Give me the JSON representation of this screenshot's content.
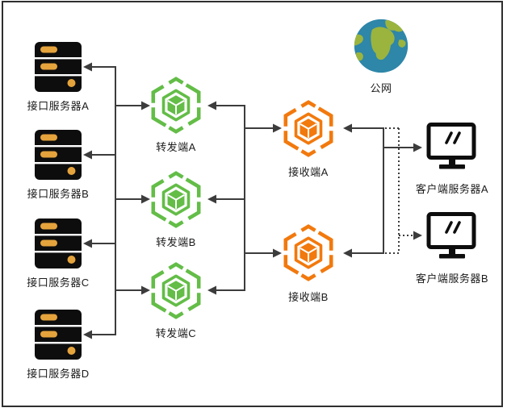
{
  "colors": {
    "green": "#63BD47",
    "orange": "#F2790D",
    "wire": "#3c3c3c",
    "amber": "#E5A33C",
    "ink": "#0d0d0d",
    "ocean": "#2E86A8",
    "land": "#9BB43E",
    "text": "#1a1a1a"
  },
  "nodes": {
    "public_network": {
      "label": "公网",
      "type": "globe"
    },
    "interface_server_a": {
      "label": "接口服务器A",
      "type": "server"
    },
    "interface_server_b": {
      "label": "接口服务器B",
      "type": "server"
    },
    "interface_server_c": {
      "label": "接口服务器C",
      "type": "server"
    },
    "interface_server_d": {
      "label": "接口服务器D",
      "type": "server"
    },
    "forwarder_a": {
      "label": "转发端A",
      "type": "hexagon-green"
    },
    "forwarder_b": {
      "label": "转发端B",
      "type": "hexagon-green"
    },
    "forwarder_c": {
      "label": "转发端C",
      "type": "hexagon-green"
    },
    "receiver_a": {
      "label": "接收端A",
      "type": "hexagon-orange"
    },
    "receiver_b": {
      "label": "接收端B",
      "type": "hexagon-orange"
    },
    "client_server_a": {
      "label": "客户端服务器A",
      "type": "monitor"
    },
    "client_server_b": {
      "label": "客户端服务器B",
      "type": "monitor"
    }
  },
  "connections": [
    {
      "from": "left-bus",
      "to": "interface_server_a",
      "style": "solid",
      "arrow": "into-server"
    },
    {
      "from": "left-bus",
      "to": "interface_server_b",
      "style": "solid",
      "arrow": "into-server"
    },
    {
      "from": "left-bus",
      "to": "interface_server_c",
      "style": "solid",
      "arrow": "into-server"
    },
    {
      "from": "left-bus",
      "to": "interface_server_d",
      "style": "solid",
      "arrow": "into-server"
    },
    {
      "from": "left-bus",
      "to": "forwarder_a",
      "style": "solid",
      "arrow": "into-forwarder"
    },
    {
      "from": "left-bus",
      "to": "forwarder_b",
      "style": "solid",
      "arrow": "into-forwarder"
    },
    {
      "from": "left-bus",
      "to": "forwarder_c",
      "style": "solid",
      "arrow": "into-forwarder"
    },
    {
      "from": "middle-bus",
      "to": "forwarder_a",
      "style": "solid",
      "arrow": "into-forwarder"
    },
    {
      "from": "middle-bus",
      "to": "forwarder_b",
      "style": "solid",
      "arrow": "into-forwarder"
    },
    {
      "from": "middle-bus",
      "to": "forwarder_c",
      "style": "solid",
      "arrow": "into-forwarder"
    },
    {
      "from": "middle-bus",
      "to": "receiver_a",
      "style": "solid",
      "arrow": "into-receiver"
    },
    {
      "from": "middle-bus",
      "to": "receiver_b",
      "style": "solid",
      "arrow": "into-receiver"
    },
    {
      "from": "right-bus",
      "to": "receiver_a",
      "style": "solid",
      "arrow": "into-receiver"
    },
    {
      "from": "right-bus",
      "to": "receiver_b",
      "style": "solid",
      "arrow": "into-receiver"
    },
    {
      "from": "right-bus",
      "to": "client_server_a",
      "style": "solid",
      "arrow": "into-client"
    },
    {
      "from": "right-dotted-bus",
      "to": "client_server_b",
      "style": "dotted",
      "arrow": "into-client"
    }
  ]
}
